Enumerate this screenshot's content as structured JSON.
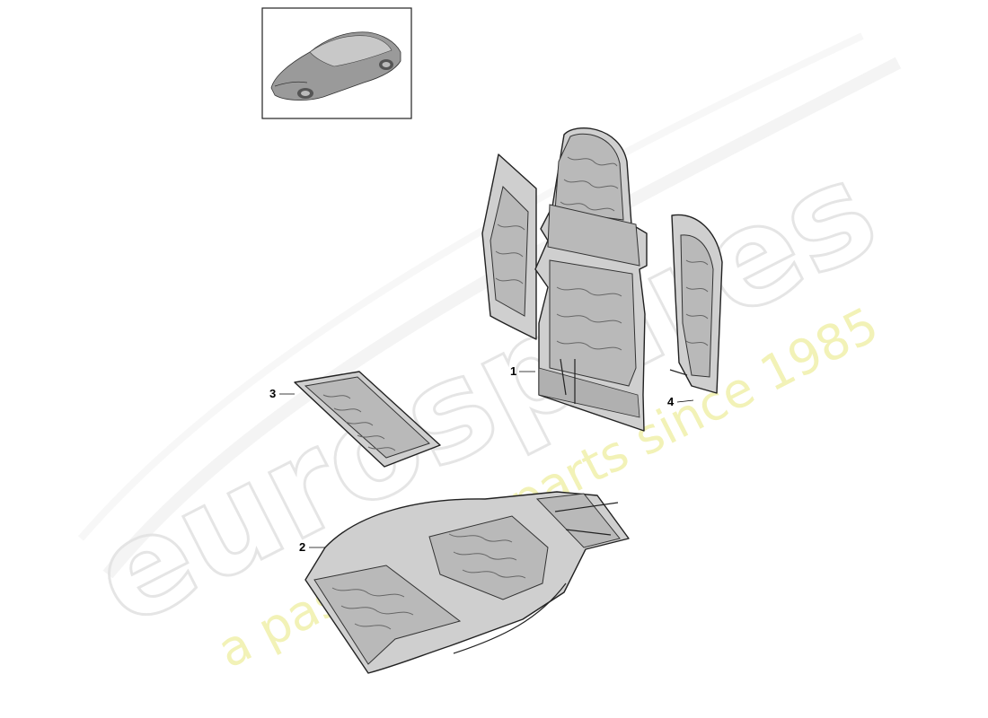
{
  "thumbnail": {
    "icon": "car-thumbnail-icon"
  },
  "parts": [
    {
      "number": "1"
    },
    {
      "number": "2"
    },
    {
      "number": "3"
    },
    {
      "number": "4"
    }
  ],
  "watermark": {
    "brand": "eurospares",
    "tagline": "a passion for parts since 1985"
  }
}
